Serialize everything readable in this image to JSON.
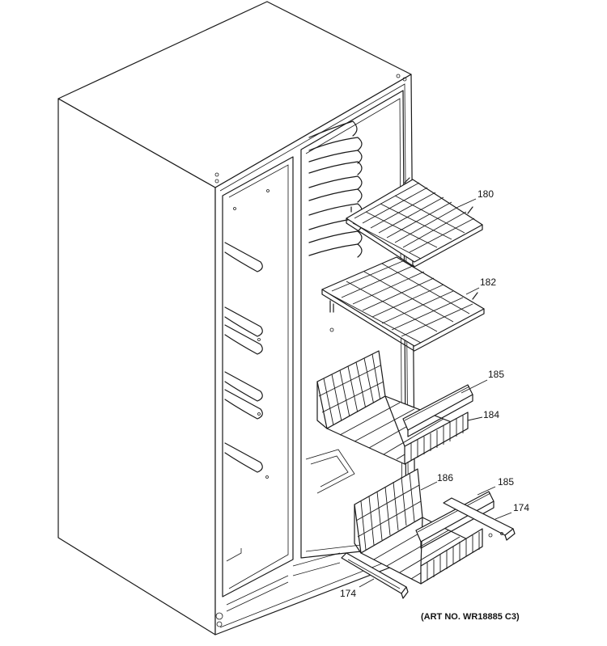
{
  "callouts": [
    {
      "id": "shelf-top",
      "label": "180"
    },
    {
      "id": "shelf-mid",
      "label": "182"
    },
    {
      "id": "cover-upper",
      "label": "185"
    },
    {
      "id": "basket-upper",
      "label": "184"
    },
    {
      "id": "basket-lower",
      "label": "186"
    },
    {
      "id": "cover-lower",
      "label": "185"
    },
    {
      "id": "slide-right",
      "label": "174"
    },
    {
      "id": "slide-left",
      "label": "174"
    }
  ],
  "art_number": "(ART NO. WR18885 C3)"
}
